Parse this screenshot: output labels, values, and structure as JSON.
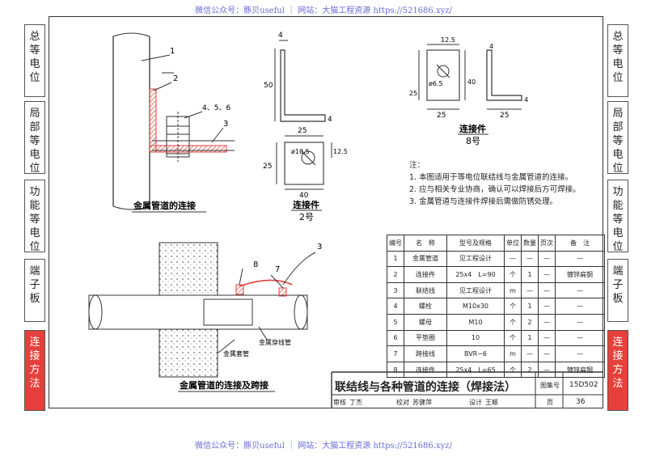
{
  "watermark": {
    "text": "微信公众号：豚贝useful ｜ 网站：大猫工程资源 https://521686.xyz/"
  },
  "side_tabs_left": [
    {
      "label": "总等电位",
      "chars": [
        "总",
        "等",
        "电",
        "位"
      ]
    },
    {
      "label": "局部等电位",
      "chars": [
        "局",
        "部",
        "等",
        "电",
        "位"
      ]
    },
    {
      "label": "功能等电位",
      "chars": [
        "功",
        "能",
        "等",
        "电",
        "位"
      ]
    },
    {
      "label": "端子板",
      "chars": [
        "端",
        "子",
        "板"
      ]
    },
    {
      "label": "连接方法",
      "chars": [
        "连",
        "接",
        "方",
        "法"
      ]
    }
  ],
  "side_tabs_right": [
    {
      "label": "总等电位",
      "chars": [
        "总",
        "等",
        "电",
        "位"
      ]
    },
    {
      "label": "局部等电位",
      "chars": [
        "局",
        "部",
        "等",
        "电",
        "位"
      ]
    },
    {
      "label": "功能等电位",
      "chars": [
        "功",
        "能",
        "等",
        "电",
        "位"
      ]
    },
    {
      "label": "端子板",
      "chars": [
        "端",
        "子",
        "板"
      ]
    },
    {
      "label": "连接方法",
      "chars": [
        "连",
        "接",
        "方",
        "法"
      ]
    }
  ],
  "drawing1": {
    "caption": "金属管道的连接",
    "callouts": [
      "1",
      "2",
      "4、5、6",
      "3"
    ]
  },
  "drawing2": {
    "caption": "连接件",
    "number": "2号",
    "dims": {
      "thickness": "4",
      "height": "50",
      "plate_t": "4",
      "top_w": "25",
      "hole": "ø10.5",
      "hole_off": "12.5",
      "side": "25",
      "width": "40"
    }
  },
  "drawing3": {
    "caption": "连接件",
    "number": "8号",
    "dims": {
      "top": "12.5",
      "thickness": "4",
      "hole": "ø6.5",
      "left": "25",
      "height": "40",
      "bottom": "25",
      "right": "25",
      "plate_t": "4"
    }
  },
  "drawing4": {
    "caption": "金属管道的连接及跨接",
    "label_pipe": "金属套管",
    "label_sleeve": "金属穿线管",
    "callouts": [
      "8",
      "7",
      "3"
    ]
  },
  "notes": {
    "heading": "注：",
    "items": [
      "1. 本图适用于等电位联结线与金属管道的连接。",
      "2. 应与相关专业协商，确认可以焊接后方可焊接。",
      "3. 金属管道与连接件焊接后需做防锈处理。"
    ]
  },
  "parts_table": {
    "headers": [
      "编号",
      "名　称",
      "型号及规格",
      "单位",
      "数量",
      "页次",
      "备　注"
    ],
    "rows": [
      [
        "1",
        "金属管道",
        "见工程设计",
        "—",
        "—",
        "—",
        "—"
      ],
      [
        "2",
        "连接件",
        "25x4　L=90",
        "个",
        "1",
        "—",
        "镀锌扁钢"
      ],
      [
        "3",
        "联结线",
        "见工程设计",
        "m",
        "—",
        "—",
        "—"
      ],
      [
        "4",
        "螺栓",
        "M10x30",
        "个",
        "1",
        "—",
        "—"
      ],
      [
        "5",
        "螺母",
        "M10",
        "个",
        "2",
        "—",
        "—"
      ],
      [
        "6",
        "平垫圈",
        "10",
        "个",
        "1",
        "—",
        "—"
      ],
      [
        "7",
        "跨接线",
        "BVR−6",
        "m",
        "—",
        "—",
        "—"
      ],
      [
        "8",
        "连接件",
        "25x4　L=65",
        "个",
        "2",
        "—",
        "镀锌扁钢"
      ]
    ]
  },
  "title_block": {
    "title": "联结线与各种管道的连接（焊接法）",
    "atlas_label": "图集号",
    "atlas_no": "15D502",
    "review_label": "审核",
    "reviewer": "丁杰",
    "check_label": "校对",
    "checker": "苏健萍",
    "design_label": "设计",
    "designer": "王颖",
    "page_label": "页",
    "page_no": "36"
  },
  "colors": {
    "accent_red": "#e6403c",
    "hatch_red": "#e0403c",
    "watermark_blue": "#6a6ad8"
  }
}
